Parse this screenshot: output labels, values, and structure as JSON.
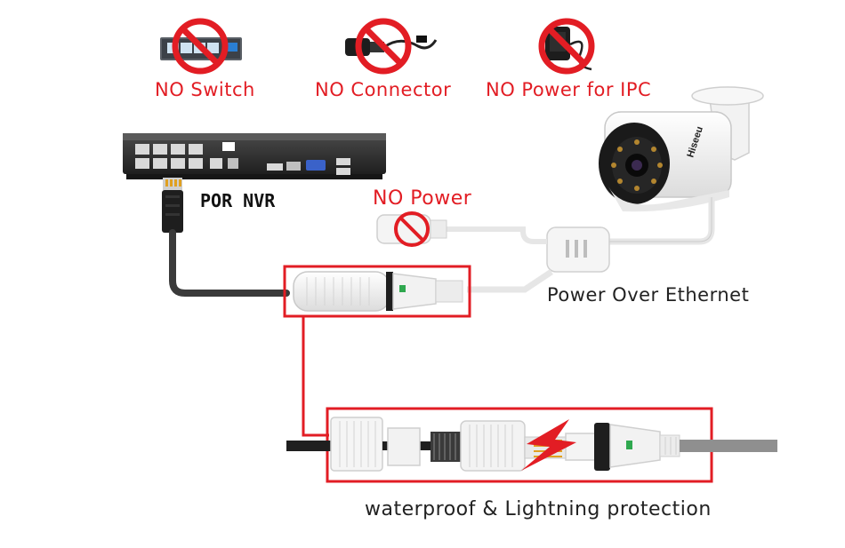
{
  "labels": {
    "no_switch": "NO Switch",
    "no_connector": "NO Connector",
    "no_power_ipc": "NO Power for IPC",
    "no_power": "NO Power",
    "nvr": "POR NVR",
    "poe": "Power Over Ethernet",
    "protection": "waterproof & Lightning protection",
    "camera_brand": "Hiseeu"
  },
  "colors": {
    "accent_red": "#e21d24",
    "cable_dark": "#3a3a3a",
    "cable_light": "#e6e6e6",
    "nvr_body": "#2b2b2b",
    "cable_gray": "#8f8f8f"
  },
  "icons": [
    "network-switch-icon",
    "power-connector-icon",
    "power-adapter-icon",
    "prohibited-sign-icon",
    "lightning-bolt-icon"
  ]
}
